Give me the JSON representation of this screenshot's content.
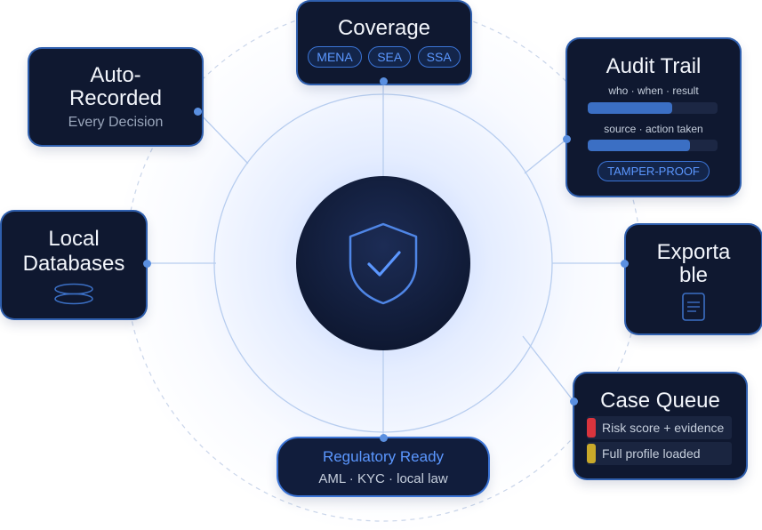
{
  "hub": {
    "icon": "shield-check-icon"
  },
  "coverage": {
    "title": "Coverage",
    "regions": [
      "MENA",
      "SEA",
      "SSA"
    ]
  },
  "auto_recorded": {
    "title_line1": "Auto-",
    "title_line2": "Recorded",
    "subtitle": "Every Decision"
  },
  "audit_trail": {
    "title": "Audit Trail",
    "rows": [
      {
        "label": "who · when · result",
        "fill": 0.65
      },
      {
        "label": "source · action taken",
        "fill": 0.79
      }
    ],
    "badge": "TAMPER-PROOF"
  },
  "local_databases": {
    "title_line1": "Local",
    "title_line2": "Databases",
    "icon": "database-icon"
  },
  "exportable": {
    "title_line1": "Exporta",
    "title_line2": "ble",
    "icon": "document-icon"
  },
  "case_queue": {
    "title": "Case Queue",
    "items": [
      {
        "label": "Risk score + evidence",
        "color": "#d9343d"
      },
      {
        "label": "Full profile loaded",
        "color": "#c9a92a"
      }
    ]
  },
  "regulatory": {
    "title": "Regulatory Ready",
    "subtitle": "AML · KYC · local law"
  },
  "colors": {
    "card_bg": "#0f1830",
    "accent": "#5b97ff",
    "border": "#2f5fae"
  }
}
